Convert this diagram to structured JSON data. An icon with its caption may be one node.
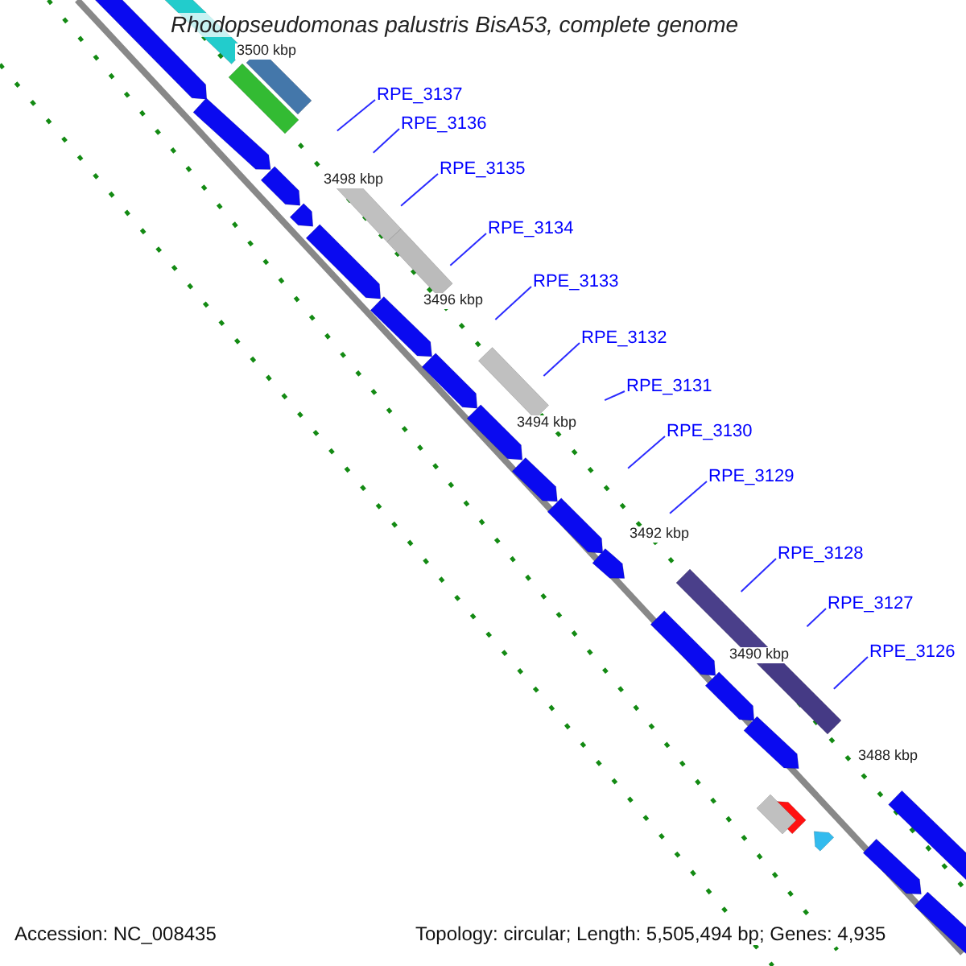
{
  "diagram": {
    "title": "Rhodopseudomonas palustris BisA53, complete genome",
    "nodes": [
      {
        "text": [
          "RPE_3137"
        ]
      },
      {
        "text": [
          "RPE_3136"
        ]
      },
      {
        "text": [
          "RPE_3135"
        ]
      },
      {
        "text": [
          "RPE_3134"
        ]
      },
      {
        "text": [
          "RPE_3133"
        ]
      },
      {
        "text": [
          "RPE_3132"
        ]
      },
      {
        "text": [
          "RPE_3131"
        ]
      },
      {
        "text": [
          "RPE_3130"
        ]
      },
      {
        "text": [
          "RPE_3129"
        ]
      },
      {
        "text": [
          "RPE_3128"
        ]
      },
      {
        "text": [
          "RPE_3127"
        ]
      },
      {
        "text": [
          "RPE_3126"
        ]
      }
    ],
    "edges": [
      {
        "from": 0,
        "to": null,
        "arrow": "none"
      },
      {
        "from": 1,
        "to": null,
        "arrow": "none"
      },
      {
        "from": 2,
        "to": null,
        "arrow": "none"
      },
      {
        "from": 3,
        "to": null,
        "arrow": "none"
      },
      {
        "from": 4,
        "to": null,
        "arrow": "none"
      },
      {
        "from": 5,
        "to": null,
        "arrow": "none"
      },
      {
        "from": 6,
        "to": null,
        "arrow": "none"
      },
      {
        "from": 7,
        "to": null,
        "arrow": "none"
      },
      {
        "from": 8,
        "to": null,
        "arrow": "none"
      },
      {
        "from": 9,
        "to": null,
        "arrow": "none"
      },
      {
        "from": 10,
        "to": null,
        "arrow": "none"
      },
      {
        "from": 11,
        "to": null,
        "arrow": "none"
      }
    ],
    "labels": [
      "3500 kbp",
      "3498 kbp",
      "3496 kbp",
      "3494 kbp",
      "3492 kbp",
      "3490 kbp",
      "3488 kbp",
      "Accession: NC_008435",
      "Topology: circular; Length: 5,505,494 bp; Genes: 4,935"
    ]
  }
}
